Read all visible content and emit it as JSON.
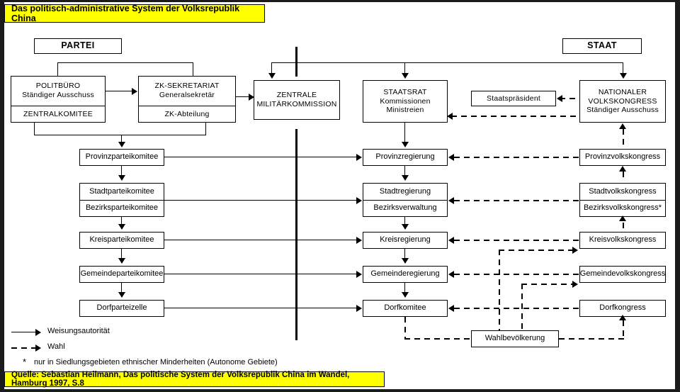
{
  "title": "Das politisch-administrative System der Volksrepublik China",
  "source": "Quelle: Sebastian Heilmann, Das politische System der Volksrepublik China im Wandel, Hamburg 1997, S.8",
  "headers": {
    "party": "PARTEI",
    "state": "STAAT"
  },
  "party": {
    "politburo": {
      "line1": "POLITBÜRO",
      "line2": "Ständiger Ausschuss",
      "line3": "ZENTRALKOMITEE"
    },
    "secretariat": {
      "line1": "ZK-SEKRETARIAT",
      "line2": "Generalsekretär",
      "line3": "ZK-Abteilung"
    },
    "levels": [
      "Provinzparteikomitee",
      "Stadtparteikomitee",
      "Bezirksparteikomitee",
      "Kreisparteikomitee",
      "Gemeindeparteikomitee",
      "Dorfparteizelle"
    ]
  },
  "military": {
    "line1": "ZENTRALE",
    "line2": "MILITÄRKOMMISSION"
  },
  "state": {
    "council": {
      "line1": "STAATSRAT",
      "line2": "Kommissionen",
      "line3": "Ministreien"
    },
    "levels": [
      "Provinzregierung",
      "Stadtregierung",
      "Bezirksverwaltung",
      "Kreisregierung",
      "Gemeinderegierung",
      "Dorfkomitee"
    ]
  },
  "president": "Staatspräsident",
  "congress": {
    "national": {
      "line1": "NATIONALER",
      "line2": "VOLKSKONGRESS",
      "line3": "Ständiger Ausschuss"
    },
    "levels": [
      "Provinzvolkskongress",
      "Stadtvolkskongress",
      "Bezirksvolkskongress*",
      "Kreisvolkskongress",
      "Gemeindevolkskongress",
      "Dorfkongress"
    ]
  },
  "electorate": "Wahlbevölkerung",
  "legend": {
    "authority": "Weisungsautorität",
    "election": "Wahl",
    "star_symbol": "*",
    "footnote": "nur in Siedlungsgebieten ethnischer Minderheiten (Autonome Gebiete)"
  },
  "colors": {
    "banner_bg": "#ffff00",
    "line": "#000000",
    "box_bg": "#ffffff"
  }
}
